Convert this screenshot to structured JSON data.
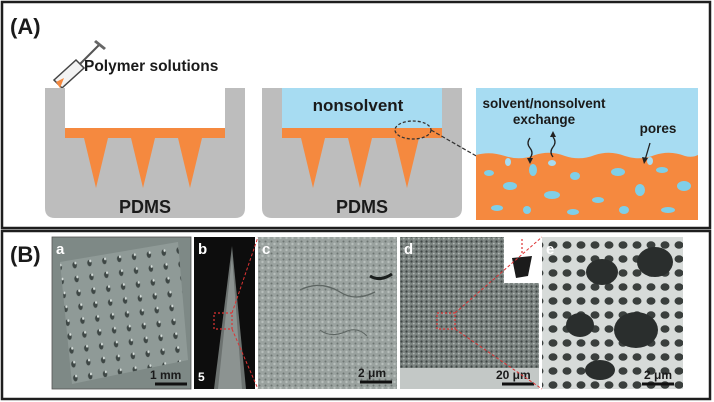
{
  "panel_a": {
    "label": "(A)",
    "step1": {
      "caption": "Polymer solutions",
      "mold_label": "PDMS",
      "icon": "pipette-icon"
    },
    "step2": {
      "liquid_label": "nonsolvent",
      "mold_label": "PDMS"
    },
    "step3": {
      "exchange_label_line1": "solvent/nonsolvent",
      "exchange_label_line2": "exchange",
      "pores_label": "pores"
    }
  },
  "panel_b": {
    "label": "(B)",
    "images": [
      {
        "letter": "a",
        "scale": "1 mm"
      },
      {
        "letter": "b",
        "scale": "5"
      },
      {
        "letter": "c",
        "scale": "2 μm"
      },
      {
        "letter": "d",
        "scale": "20 μm"
      },
      {
        "letter": "e",
        "scale": "2 μm"
      }
    ]
  },
  "colors": {
    "pdms": "#bdbdbd",
    "polymer": "#f5893f",
    "nonsolvent": "#a7dcf2",
    "pore": "#7fcfe8",
    "frame": "#1e1e1e"
  }
}
